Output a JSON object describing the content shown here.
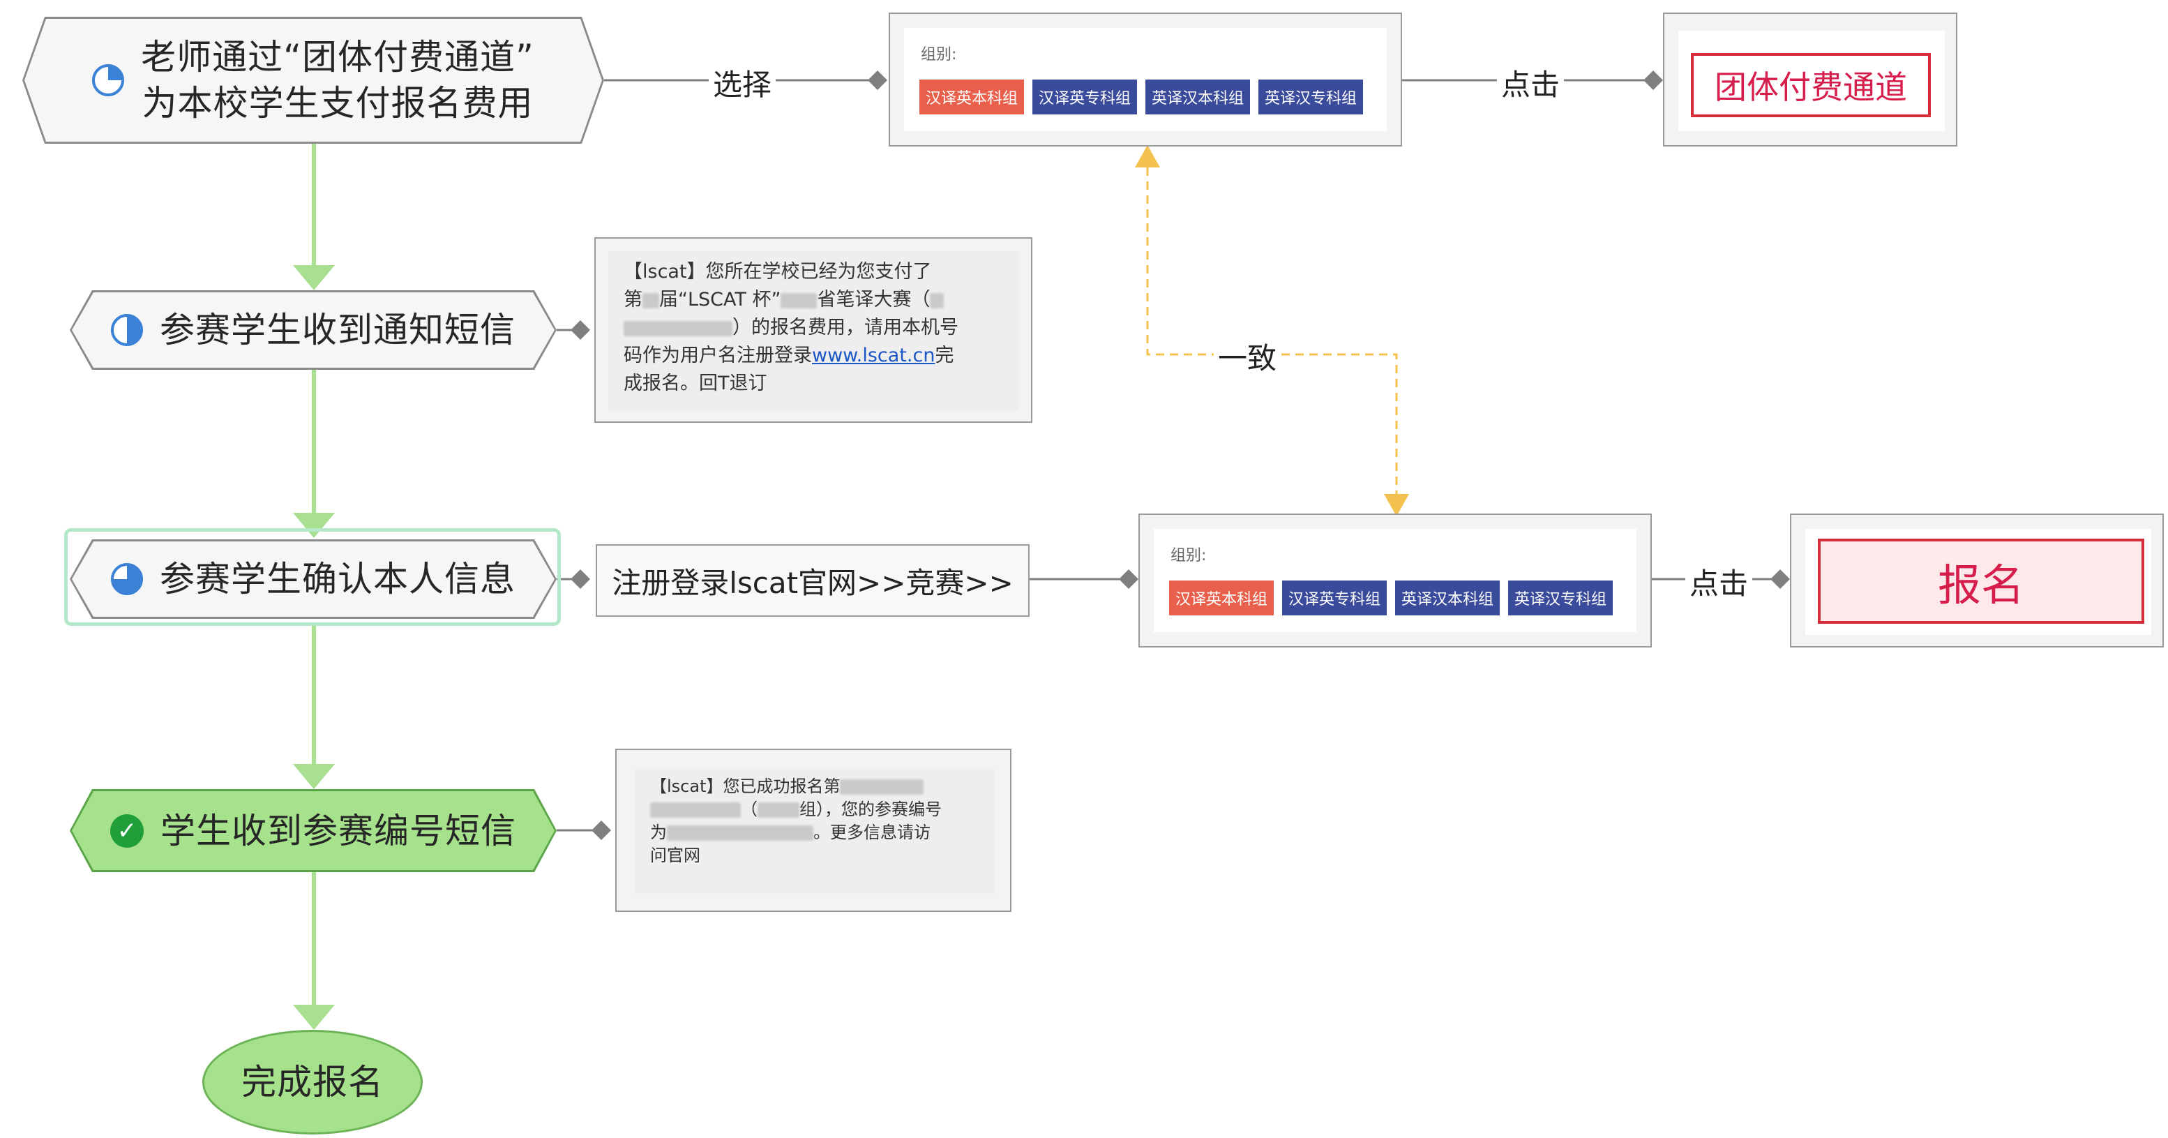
{
  "nodes": {
    "teacher_pay_line1": "老师通过“团体付费通道”",
    "teacher_pay_line2": "为本校学生支付报名费用",
    "receive_notice": "参赛学生收到通知短信",
    "confirm_info": "参赛学生确认本人信息",
    "receive_number": "学生收到参赛编号短信",
    "done": "完成报名"
  },
  "edges": {
    "select": "选择",
    "click1": "点击",
    "consistent": "一致",
    "click2": "点击"
  },
  "group_panel": {
    "label": "组别:",
    "chips": [
      "汉译英本科组",
      "汉译英专科组",
      "英译汉本科组",
      "英译汉专科组"
    ]
  },
  "group_panel_2": {
    "label": "组别:",
    "chips": [
      "汉译英本科组",
      "汉译英专科组",
      "英译汉本科组",
      "英译汉专科组"
    ]
  },
  "buttons": {
    "group_pay": "团体付费通道",
    "register": "报名"
  },
  "sms1": {
    "line1": "【lscat】您所在学校已经为您支付了",
    "line2a": "第",
    "line2b": "届“LSCAT 杯”",
    "line2c": "省笔译大赛（",
    "line3b": "）的报名费用，请用本机号",
    "line4a": "码作为用户名注册登录",
    "link": "www.lscat.cn",
    "line4b": "完",
    "line5": "成报名。回T退订"
  },
  "register_path": "注册登录lscat官网>>竞赛>>",
  "sms2": {
    "line1": "【lscat】您已成功报名第",
    "line2b": "（",
    "line2c": "组），您的参赛编号",
    "line3a": "为",
    "line3b": "。更多信息请访",
    "line4": "问官网"
  },
  "colors": {
    "flow_green": "#a9df91",
    "dash_yellow": "#f2c14e",
    "chip_blue": "#3a4b9c",
    "chip_active": "#e8604c",
    "button_red": "#d62d3a"
  }
}
